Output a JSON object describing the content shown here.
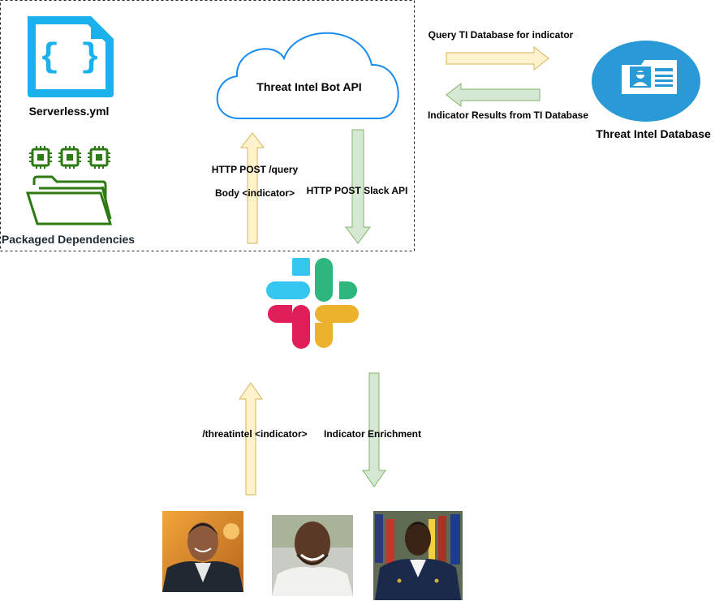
{
  "boundary": {
    "serverless_label": "Serverless.yml",
    "dependencies_label": "Packaged Dependencies"
  },
  "api": {
    "name": "Threat Intel Bot API"
  },
  "database": {
    "name": "Threat Intel Database"
  },
  "edges": {
    "query_db": "Query TI Database for indicator",
    "db_results": "Indicator Results from TI Database",
    "http_post_query": "HTTP POST /query",
    "http_post_body": "Body <indicator>",
    "http_post_slack": "HTTP POST Slack API",
    "slash_command": "/threatintel <indicator>",
    "enrichment": "Indicator Enrichment"
  },
  "colors": {
    "request_arrow_fill": "#fff2cc",
    "request_arrow_stroke": "#d6b656",
    "response_arrow_fill": "#d5e8d4",
    "response_arrow_stroke": "#82b366",
    "serverless_blue": "#1ab1ec",
    "dependencies_green": "#2d7a12",
    "cloud_stroke": "#1a8cf0",
    "database_blue": "#2a9ad7",
    "slack_blue": "#36c5f0",
    "slack_green": "#2eb67d",
    "slack_red": "#e01e5a",
    "slack_yellow": "#ecb22e"
  },
  "icons": {
    "serverless": "serverless-config-file-icon",
    "dependencies": "chips-folder-icon",
    "database": "threat-intel-database-icon",
    "slack": "slack-logo-icon",
    "users": [
      "user-photo-1",
      "user-photo-2",
      "user-photo-3"
    ]
  }
}
